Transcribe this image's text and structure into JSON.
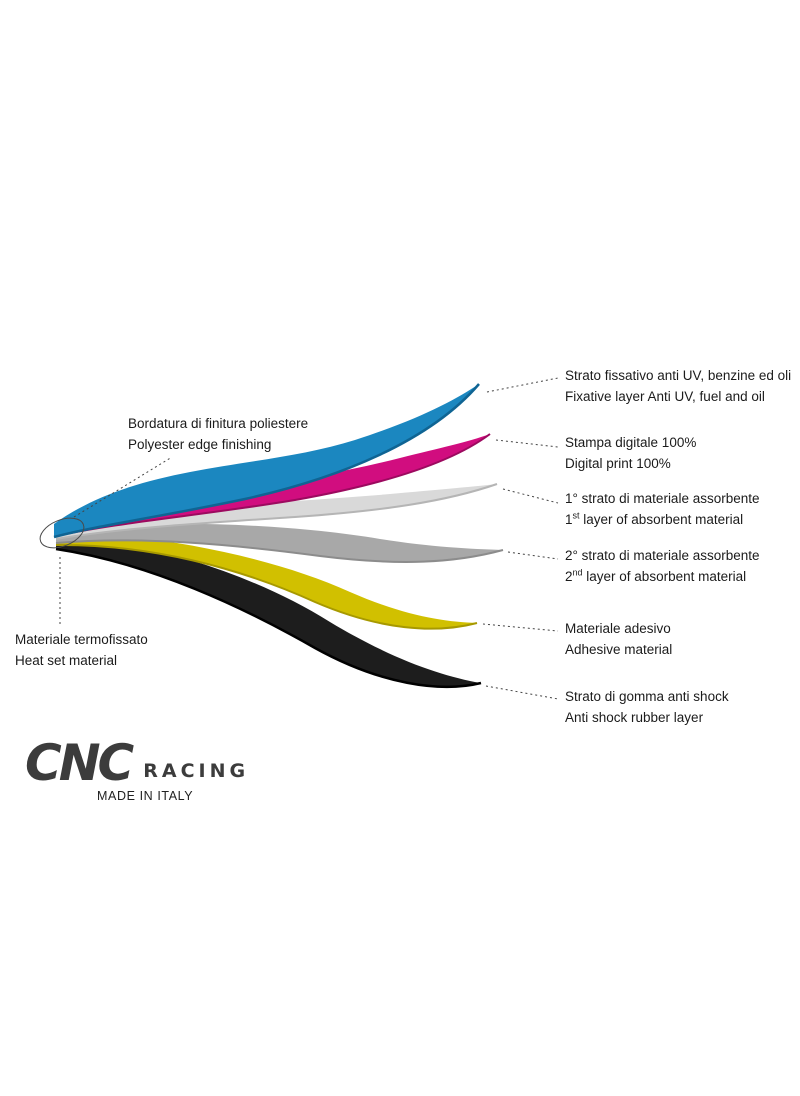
{
  "page": {
    "background": "#ffffff"
  },
  "diagram": {
    "layers": [
      {
        "id": "fixative",
        "color": "#1b87c0",
        "edge_color": "#0f6493",
        "label_it": "Strato fissativo anti UV, benzine ed oli",
        "label_en": "Fixative layer Anti UV, fuel and oil"
      },
      {
        "id": "digital-print",
        "color": "#d10d7f",
        "edge_color": "#9c0a5f",
        "label_it": "Stampa digitale 100%",
        "label_en": "Digital print 100%"
      },
      {
        "id": "absorbent-1",
        "color": "#d9d9d9",
        "edge_color": "#b5b5b5",
        "label_it": "1° strato di materiale assorbente",
        "en_num": "1",
        "en_sup": "st",
        "en_rest": " layer of absorbent material"
      },
      {
        "id": "absorbent-2",
        "color": "#a8a8a8",
        "edge_color": "#8c8c8c",
        "label_it": "2° strato di materiale assorbente",
        "en_num": "2",
        "en_sup": "nd",
        "en_rest": " layer of absorbent material"
      },
      {
        "id": "adhesive",
        "color": "#d1c000",
        "edge_color": "#a79900",
        "label_it": "Materiale adesivo",
        "label_en": "Adhesive material"
      },
      {
        "id": "rubber",
        "color": "#1d1d1d",
        "edge_color": "#000000",
        "label_it": "Strato di gomma anti shock",
        "label_en": "Anti shock rubber layer"
      }
    ],
    "left_labels": [
      {
        "id": "edge-finishing",
        "label_it": "Bordatura di finitura poliestere",
        "label_en": "Polyester edge finishing"
      },
      {
        "id": "heat-set",
        "label_it": "Materiale termofissato",
        "label_en": "Heat set material"
      }
    ]
  },
  "logo": {
    "brand": "CNC",
    "sub": "RACING",
    "origin": "MADE IN ITALY"
  }
}
